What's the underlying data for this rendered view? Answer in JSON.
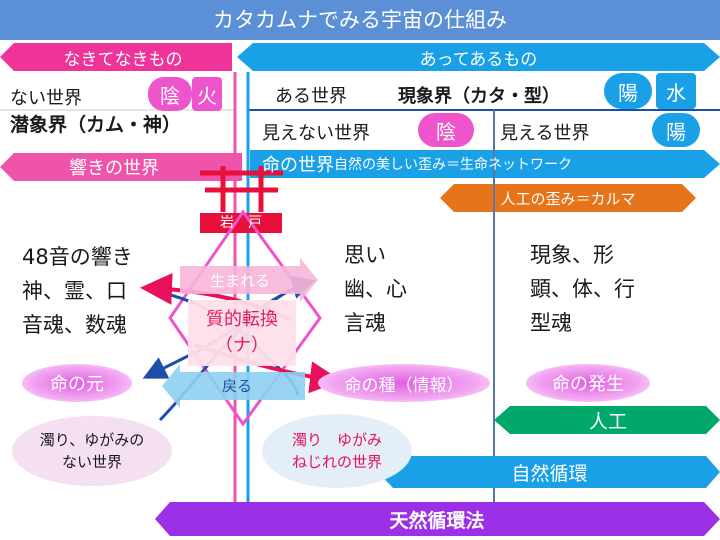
{
  "title": "カタカムナでみる宇宙の仕組み",
  "left_header": "なきてなきもの",
  "right_header": "あってあるもの",
  "left_world": {
    "line1": "ない世界",
    "line2": "潜象界（カム・神）"
  },
  "right_world": {
    "line1": "ある世界",
    "bold": "現象界（カタ・型）"
  },
  "badges": {
    "yin": "陰",
    "fire": "火",
    "yang": "陽",
    "water": "水"
  },
  "invisible_world": "見えない世界",
  "visible_world": "見える世界",
  "echo_world": "響きの世界",
  "life_world": {
    "main": "命の世界",
    "sub": "自然の美しい歪み＝生命ネットワーク"
  },
  "karma": "人工の歪み＝カルマ",
  "gate_label": "岩　戸",
  "left_column": [
    "48音の響き",
    "神、霊、口",
    "音魂、数魂"
  ],
  "mid_column": [
    "思い",
    "幽、心",
    "言魂"
  ],
  "right_column": [
    "現象、形",
    "顕、体、行",
    "型魂"
  ],
  "born": "生まれる",
  "transform": {
    "line1": "質的転換",
    "line2": "（ナ）"
  },
  "return": "戻る",
  "origin": "命の元",
  "seed": "命の種（情報）",
  "occurrence": "命の発生",
  "artificial": "人工",
  "natural_cycle": "自然循環",
  "heaven_law": "天然循環法",
  "left_cloud": {
    "line1": "濁り、ゆがみの",
    "line2": "ない世界"
  },
  "mid_cloud": {
    "line1": "濁り　ゆがみ",
    "line2": "ねじれの世界"
  },
  "colors": {
    "title": "#5b8fd6",
    "pink": "#ee3399",
    "blue": "#1aa0e6",
    "orange": "#e6741a",
    "green": "#00a86b",
    "purple": "#9b30e6",
    "red": "#e8103a",
    "darkblue": "#1e4fa8"
  }
}
